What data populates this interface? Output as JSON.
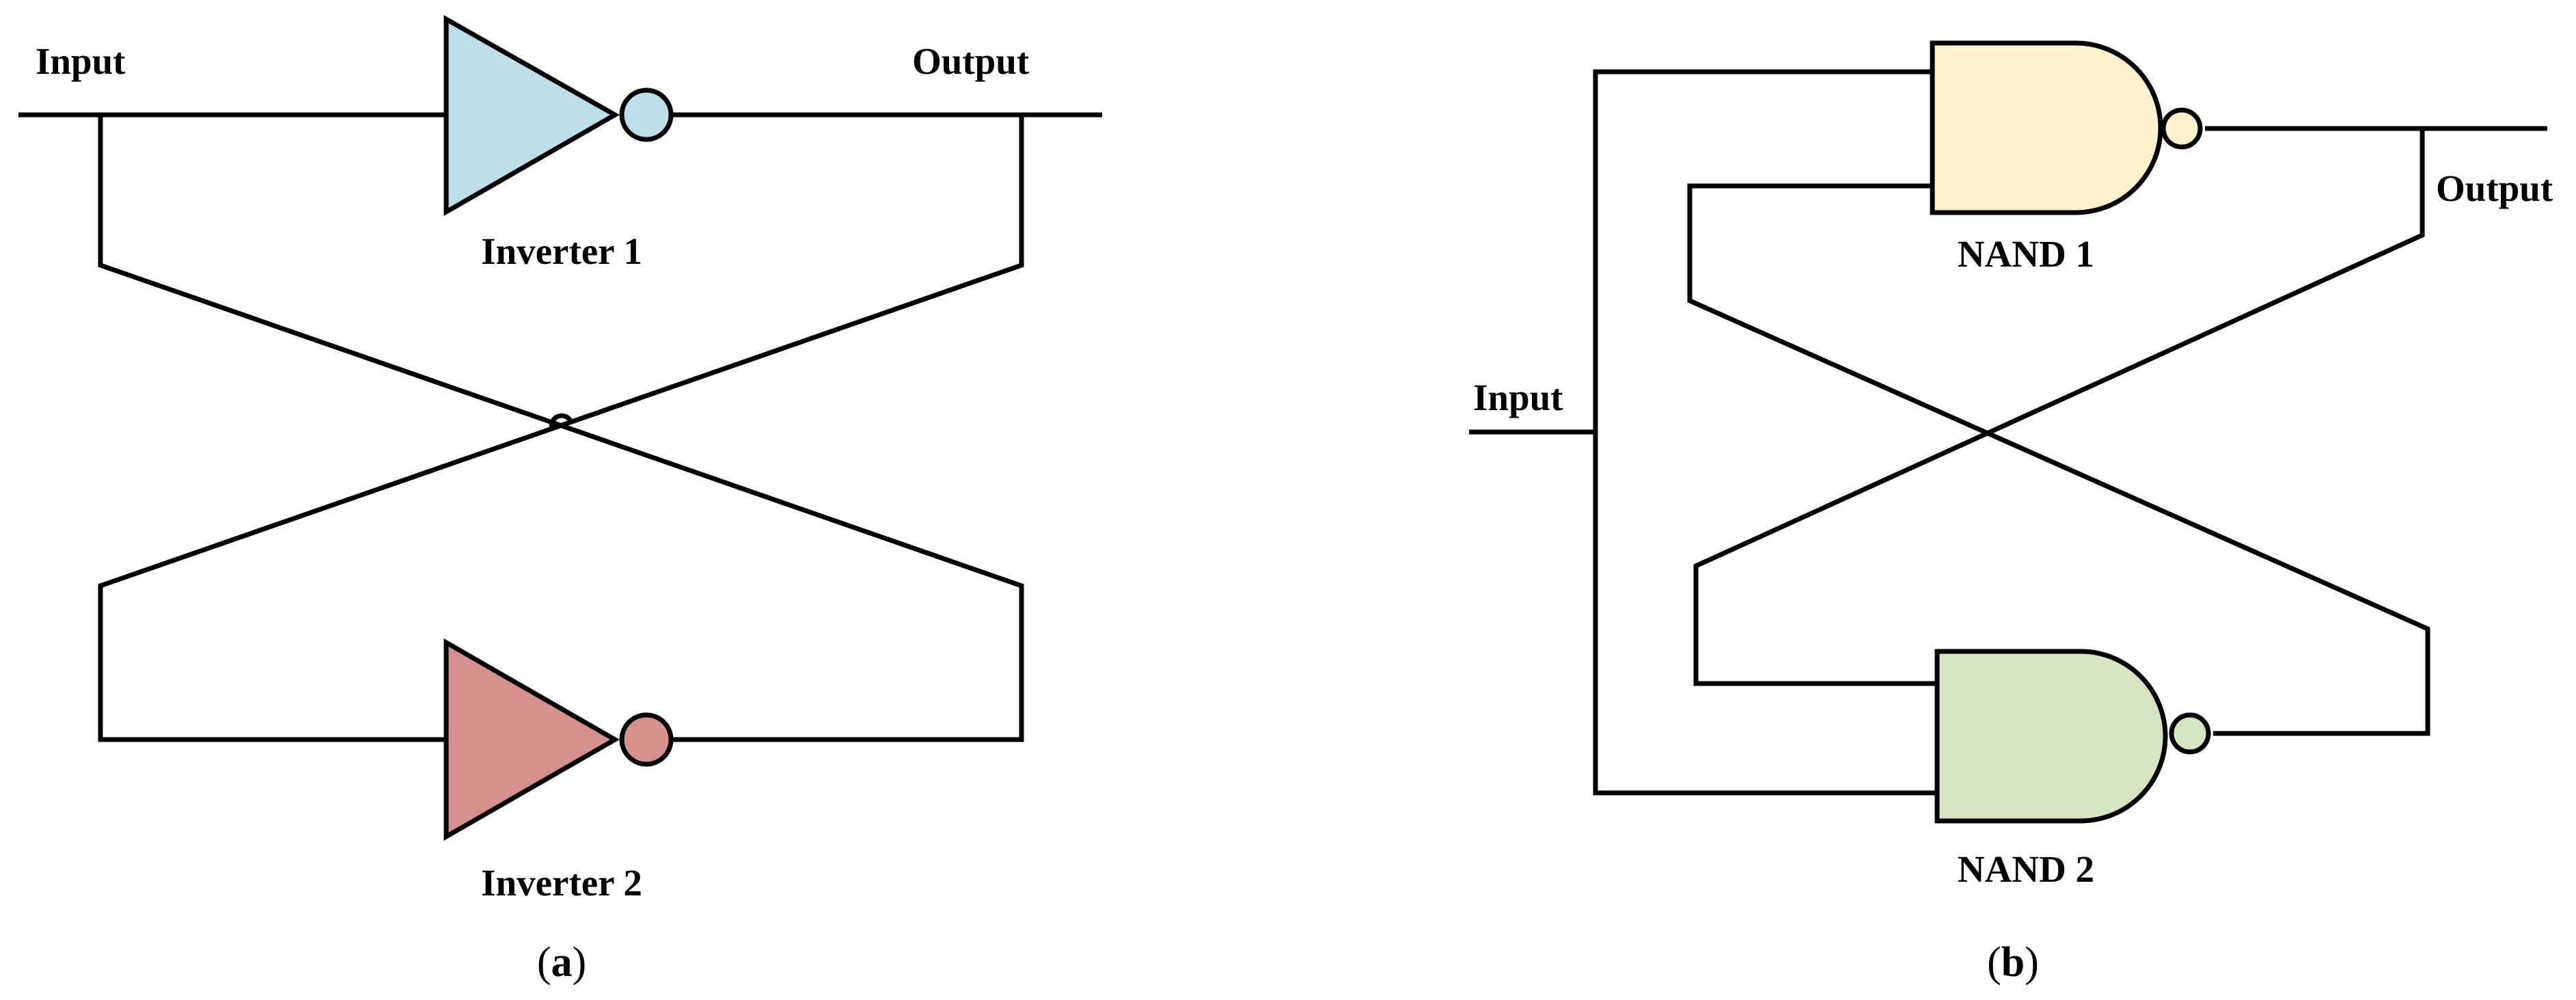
{
  "panel_a": {
    "input_label": "Input",
    "output_label": "Output",
    "gates": [
      {
        "label": "Inverter 1",
        "fill": "#bcdee8",
        "bubble_fill": "#bcdee8"
      },
      {
        "label": "Inverter 2",
        "fill": "#d6918c",
        "bubble_fill": "#d6918c"
      }
    ],
    "caption": {
      "open": "(",
      "letter": "a",
      "close": ")"
    }
  },
  "panel_b": {
    "input_label": "Input",
    "output_label": "Output",
    "gates": [
      {
        "label": "NAND 1",
        "fill": "#fdf0cd",
        "bubble_fill": "#fdf0cd"
      },
      {
        "label": "NAND 2",
        "fill": "#d7e4c0",
        "bubble_fill": "#d7e4c0"
      }
    ],
    "caption": {
      "open": "(",
      "letter": "b",
      "close": ")"
    }
  }
}
